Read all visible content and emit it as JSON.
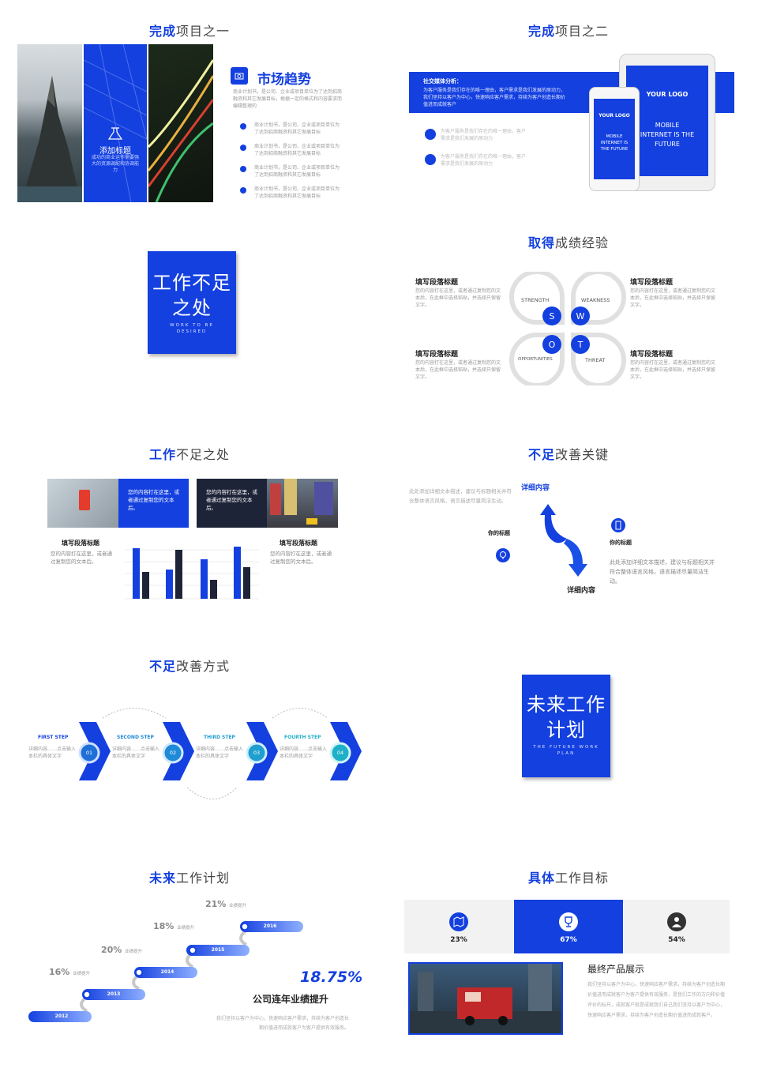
{
  "colors": {
    "accent": "#1440e0",
    "dark": "#1e2438",
    "teal": "#1fb0c8",
    "gray": "#999999"
  },
  "s1": {
    "title_hl": "完成",
    "title_rest": "项目之一",
    "card_title": "添加标题",
    "card_text": "成功的商业运作需要强大的资源调配和协调能力",
    "heading": "市场趋势",
    "intro": "商业计划书，是公司、企业或项目单位为了达到招商融资和其它发展目标，根据一定的格式和内容要求而编辑整理的",
    "items": [
      "商业计划书，是公司、企业或项目单位为了达到招商融资和其它发展目标",
      "商业计划书，是公司、企业或项目单位为了达到招商融资和其它发展目标",
      "商业计划书，是公司、企业或项目单位为了达到招商融资和其它发展目标",
      "商业计划书，是公司、企业或项目单位为了达到招商融资和其它发展目标"
    ]
  },
  "s2": {
    "title_hl": "完成",
    "title_rest": "项目之二",
    "band_heading": "社交媒体分析：",
    "band_text": "为客户服务是我们存在的唯一理由，客户需求是我们发展的原动力，我们坚持以客户为中心，快速响应客户需求，持续为客户创造长期价值进而成就客户",
    "items": [
      "为客户服务是我们存在的唯一理由，客户需求是我们发展的原动力",
      "为客户服务是我们存在的唯一理由，客户需求是我们发展的原动力"
    ],
    "logo": "YOUR LOGO",
    "phone_text": "MOBILE INTERNET IS THE FUTURE",
    "tablet_text": "MOBILE INTERNET IS THE FUTURE"
  },
  "s3": {
    "title": "工作不足之处",
    "subtitle": "WORK TO BE DESIRED"
  },
  "s4": {
    "title_hl": "取得",
    "title_rest": "成绩经验",
    "para_title": "填写段落标题",
    "para_text": "您的内容打在这里，或者通过复制您的文本后，在此框中选择粘贴，并选择只保留文字。",
    "labels": [
      "STRENGTH",
      "WEAKNESS",
      "OPPORTUNITIES",
      "THREAT"
    ],
    "letters": [
      "S",
      "W",
      "O",
      "T"
    ]
  },
  "s5": {
    "title_hl": "工作",
    "title_rest": "不足之处",
    "box_text": "您的内容打在这里，或者通过复制您的文本后。",
    "left_title": "填写段落标题",
    "left_text": "您的内容打在这里，或者通过复制您的文本后。",
    "right_title": "填写段落标题",
    "right_text": "您的内容打在这里，或者通过复制您的文本后。"
  },
  "s6": {
    "title_hl": "不足",
    "title_rest": "改善关键",
    "intro": "此处添加详细文本描述，建议与标题相关并符合整体语言风格，语言描述尽量简洁生动。",
    "top_label": "详细内容",
    "bottom_label": "详细内容",
    "left_label": "你的标题",
    "right_label": "你的标题",
    "right_text": "此处添加详细文本描述，建议与标题相关并符合整体语言风格，语言描述尽量简洁生动。"
  },
  "s7": {
    "title_hl": "不足",
    "title_rest": "改善方式",
    "steps": [
      {
        "label": "FIRST STEP",
        "num": "01",
        "text": "详细内容……点击输入本栏的具体文字"
      },
      {
        "label": "SECOND STEP",
        "num": "02",
        "text": "详细内容……点击输入本栏的具体文字"
      },
      {
        "label": "THIRD STEP",
        "num": "03",
        "text": "详细内容……点击输入本栏的具体文字"
      },
      {
        "label": "FOURTH STEP",
        "num": "04",
        "text": "详细内容……点击输入本栏的具体文字"
      }
    ]
  },
  "s8": {
    "title": "未来工作计划",
    "subtitle": "THE FUTURE WORK PLAN"
  },
  "s9": {
    "title_hl": "未来",
    "title_rest": "工作计划",
    "years": [
      "2012",
      "2013",
      "2014",
      "2015",
      "2016"
    ],
    "pcts": [
      "16%",
      "20%",
      "18%",
      "21%"
    ],
    "tag": "业绩提升",
    "big": "18.75%",
    "big_label": "公司连年业绩提升",
    "text": "我们坚持以客户为中心，快速响应客户需求，持续为客户创造长期价值进而成就客户为客户提供有效服务。"
  },
  "s10": {
    "title_hl": "具体",
    "title_rest": "工作目标",
    "stats": [
      "23%",
      "67%",
      "54%"
    ],
    "heading": "最终产品展示",
    "text": "我们坚持以客户为中心，快速响应客户需求，持续为客户创造长期价值进而成就客户为客户提供有效服务，是我们工作的方向和价值评价的标尺，成就客户就是成就我们自己我们坚持以客户为中心，快速响应客户需求，持续为客户创造长期价值进而成就客户。"
  }
}
